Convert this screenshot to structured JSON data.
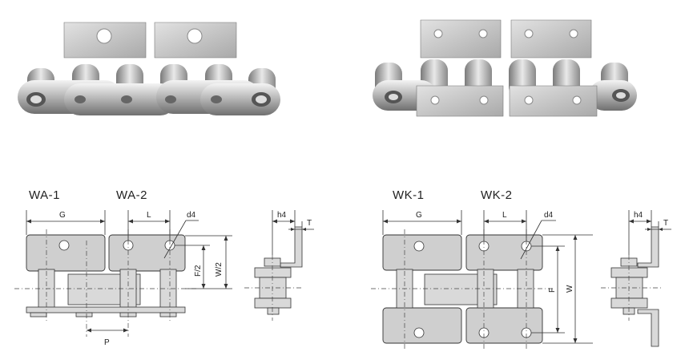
{
  "titles": {
    "wa1": "WA-1",
    "wa2": "WA-2",
    "wk1": "WK-1",
    "wk2": "WK-2"
  },
  "dims": {
    "g": "G",
    "l": "L",
    "d4": "d4",
    "f_half": "F/2",
    "w_half": "W/2",
    "p": "P",
    "h4": "h4",
    "t": "T",
    "f": "F",
    "w": "W"
  },
  "colors": {
    "metal": "#c8c8c8",
    "plate_fill": "#cfcfcf",
    "line": "#333333"
  }
}
